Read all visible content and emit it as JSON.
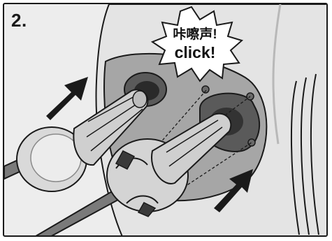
{
  "step": {
    "number": "2."
  },
  "callout": {
    "line1": "咔嚓声!",
    "line2": "click!"
  },
  "colors": {
    "ink": "#1a1a1a",
    "housing": "#e6e6e6",
    "recess": "#9a9a9a",
    "arrow": "#1a1a1a",
    "background": "#ededed"
  },
  "icons": {
    "insert-arrow-upper": "arrow-right-up-icon",
    "insert-arrow-lower": "arrow-right-up-icon",
    "burst": "starburst-icon"
  }
}
